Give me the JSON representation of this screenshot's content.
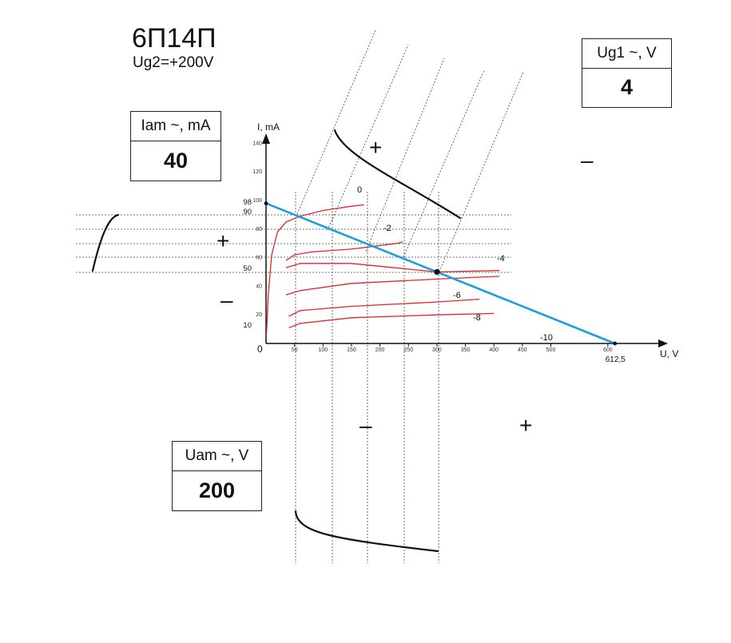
{
  "header": {
    "title": "6П14П",
    "subtitle": "Ug2=+200V"
  },
  "boxes": {
    "iam": {
      "label": "Iam ~, mA",
      "value": "40"
    },
    "ug1": {
      "label": "Ug1 ~,  V",
      "value": "4"
    },
    "uam": {
      "label": "Uam ~, V",
      "value": "200"
    }
  },
  "signs": {
    "plus": "+",
    "minus": "–"
  },
  "chart_data": {
    "type": "line",
    "xlabel": "U, V",
    "ylabel": "I, mA",
    "xlim": [
      0,
      690
    ],
    "ylim": [
      0,
      145
    ],
    "origin_label": "0",
    "x_ticks": [
      50,
      100,
      150,
      200,
      250,
      300,
      350,
      400,
      450,
      500,
      600
    ],
    "y_ticks": [
      20,
      40,
      60,
      80,
      100,
      120,
      140
    ],
    "y_marks": [
      {
        "value": 98,
        "label": "98"
      },
      {
        "value": 90,
        "label": "90"
      },
      {
        "value": 50,
        "label": "50"
      },
      {
        "value": 10,
        "label": "10"
      }
    ],
    "x_marks": [
      {
        "value": 612.5,
        "label": "612,5"
      }
    ],
    "load_line": {
      "color": "#1a9fdc",
      "points": [
        [
          0,
          98
        ],
        [
          612.5,
          0
        ]
      ]
    },
    "operating_point": [
      300,
      50
    ],
    "curve_color": "#e0252b",
    "series": [
      {
        "name": "0",
        "points": [
          [
            1,
            8
          ],
          [
            4,
            35
          ],
          [
            10,
            62
          ],
          [
            20,
            78
          ],
          [
            35,
            85
          ],
          [
            60,
            89
          ],
          [
            100,
            93
          ],
          [
            150,
            96
          ],
          [
            172,
            97
          ]
        ]
      },
      {
        "name": "-2",
        "points": [
          [
            35,
            58
          ],
          [
            50,
            62
          ],
          [
            80,
            64
          ],
          [
            150,
            66
          ],
          [
            230,
            70
          ],
          [
            240,
            71
          ]
        ]
      },
      {
        "name": "-4",
        "points": [
          [
            35,
            53
          ],
          [
            60,
            56
          ],
          [
            150,
            56
          ],
          [
            300,
            50
          ],
          [
            410,
            51
          ],
          [
            410,
            51
          ]
        ]
      },
      {
        "name": "-6",
        "points": [
          [
            35,
            34
          ],
          [
            60,
            37
          ],
          [
            150,
            42
          ],
          [
            300,
            45
          ],
          [
            410,
            47
          ],
          [
            410,
            47
          ]
        ]
      },
      {
        "name": "-8",
        "points": [
          [
            40,
            19
          ],
          [
            60,
            23
          ],
          [
            150,
            26
          ],
          [
            300,
            29
          ],
          [
            375,
            31
          ]
        ]
      },
      {
        "name": "-10",
        "points": [
          [
            40,
            11
          ],
          [
            60,
            14
          ],
          [
            150,
            18
          ],
          [
            300,
            20
          ],
          [
            400,
            21
          ]
        ]
      }
    ]
  }
}
